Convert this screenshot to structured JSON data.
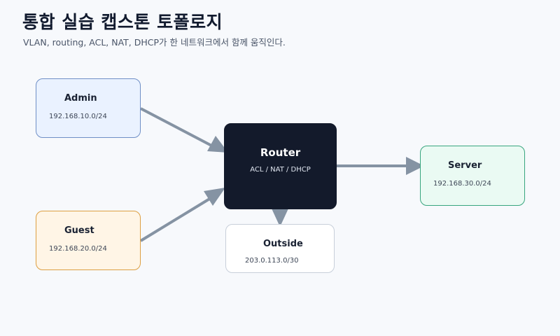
{
  "title": "통합 실습 캡스톤 토폴로지",
  "subtitle": "VLAN, routing, ACL, NAT, DHCP가 한 네트워크에서 함께 움직인다.",
  "nodes": {
    "admin": {
      "label": "Admin",
      "detail": "192.168.10.0/24"
    },
    "guest": {
      "label": "Guest",
      "detail": "192.168.20.0/24"
    },
    "router": {
      "label": "Router",
      "detail": "ACL / NAT / DHCP"
    },
    "server": {
      "label": "Server",
      "detail": "192.168.30.0/24"
    },
    "outside": {
      "label": "Outside",
      "detail": "203.0.113.0/30"
    }
  },
  "links": [
    {
      "from": "admin",
      "to": "router"
    },
    {
      "from": "guest",
      "to": "router"
    },
    {
      "from": "router",
      "to": "server"
    },
    {
      "from": "router",
      "to": "outside"
    }
  ],
  "colors": {
    "background": "#f7f9fc",
    "link": "#8593a3",
    "admin": "#eaf2ff",
    "guest": "#fff5e6",
    "router": "#131a2b",
    "server": "#eafaf3",
    "outside": "#ffffff"
  }
}
